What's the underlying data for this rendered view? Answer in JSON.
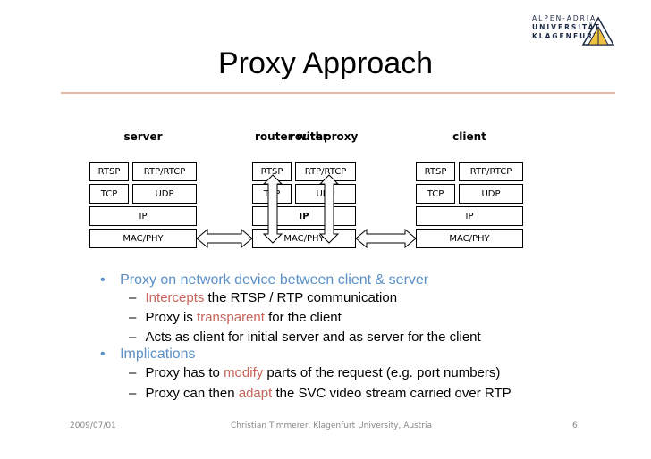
{
  "slide": {
    "title": "Proxy Approach",
    "logo": {
      "line1": "ALPEN-ADRIA",
      "line2": "UNIVERSITÄT",
      "line3": "KLAGENFURT"
    },
    "diagram": {
      "server": {
        "title": "server",
        "rtsp": "RTSP",
        "rtp": "RTP/RTCP",
        "tcp": "TCP",
        "udp": "UDP",
        "ip": "IP",
        "mac": "MAC/PHY"
      },
      "router": {
        "title_a": "router with",
        "title_b": "router",
        "title_c": "proxy",
        "rtsp": "RTSP",
        "rtp": "RTP/RTCP",
        "tcp": "TCP",
        "udp": "UDP",
        "ip": "IP",
        "mac": "MAC/PHY"
      },
      "client": {
        "title": "client",
        "rtsp": "RTSP",
        "rtp": "RTP/RTCP",
        "tcp": "TCP",
        "udp": "UDP",
        "ip": "IP",
        "mac": "MAC/PHY"
      }
    },
    "bullets": {
      "b1": "Proxy on network device between client & server",
      "b1_subs": [
        {
          "hl": "Intercepts",
          "rest": " the RTSP / RTP communication"
        },
        {
          "pre": "Proxy is ",
          "hl": "transparent",
          "rest": " for the client"
        },
        {
          "text": "Acts as client for initial server and as server for the client"
        }
      ],
      "b2": "Implications",
      "b2_subs": [
        {
          "pre": "Proxy has to ",
          "hl": "modify",
          "rest": " parts of the request (e.g. port numbers)"
        },
        {
          "pre": "Proxy can then ",
          "hl": "adapt",
          "rest": " the SVC video stream carried over RTP"
        }
      ]
    },
    "footer": {
      "date": "2009/07/01",
      "author": "Christian Timmerer, Klagenfurt University, Austria",
      "page": "6"
    },
    "colors": {
      "accent": "#5b8fc6",
      "highlight": "#c8645a",
      "rule": "#e8b6a6"
    }
  }
}
